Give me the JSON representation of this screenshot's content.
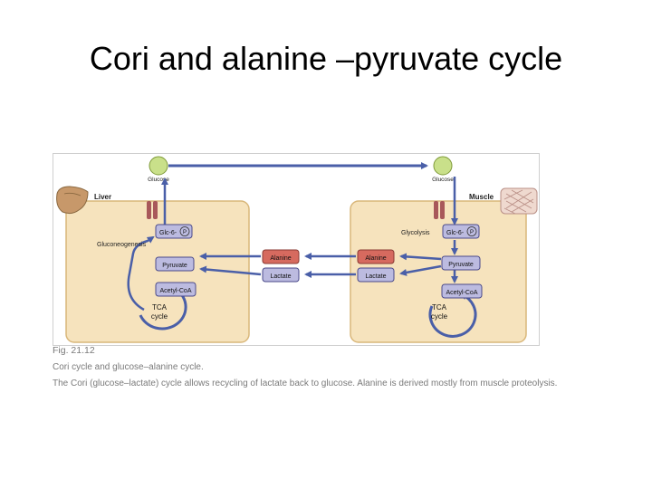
{
  "slide": {
    "title": "Cori and alanine –pyruvate cycle"
  },
  "figure": {
    "top_labels": {
      "glucose_left": "Glucose",
      "glucose_right": "Glucose"
    },
    "liver": {
      "label": "Liver",
      "process": "Gluconeogenesis",
      "glc6p": "Glc-6-",
      "pyruvate": "Pyruvate",
      "acetyl": "Acetyl-CoA",
      "tca_line1": "TCA",
      "tca_line2": "cycle"
    },
    "muscle": {
      "label": "Muscle",
      "process": "Glycolysis",
      "glc6p": "Glc-6-",
      "pyruvate": "Pyruvate",
      "acetyl": "Acetyl-CoA",
      "tca_line1": "TCA",
      "tca_line2": "cycle",
      "alanine": "Alanine",
      "lactate": "Lactate"
    },
    "blood": {
      "alanine": "Alanine",
      "lactate": "Lactate"
    },
    "phosphate_symbol": "P",
    "colors": {
      "arrow": "#4a5fa8",
      "organ_fill": "#f6e3bd",
      "organ_stroke": "#d9b77a",
      "node_fill": "#bcbbe0",
      "node_stroke": "#4a4a8a",
      "alanine_fill": "#d66a5f",
      "glucose_fill": "#c9e08a",
      "transporter": "#a8585a"
    }
  },
  "caption": {
    "fig_number": "Fig. 21.12",
    "title": "Cori cycle and glucose–alanine cycle.",
    "description": "The Cori (glucose–lactate) cycle allows recycling of lactate back to glucose. Alanine is derived mostly from muscle proteolysis."
  }
}
